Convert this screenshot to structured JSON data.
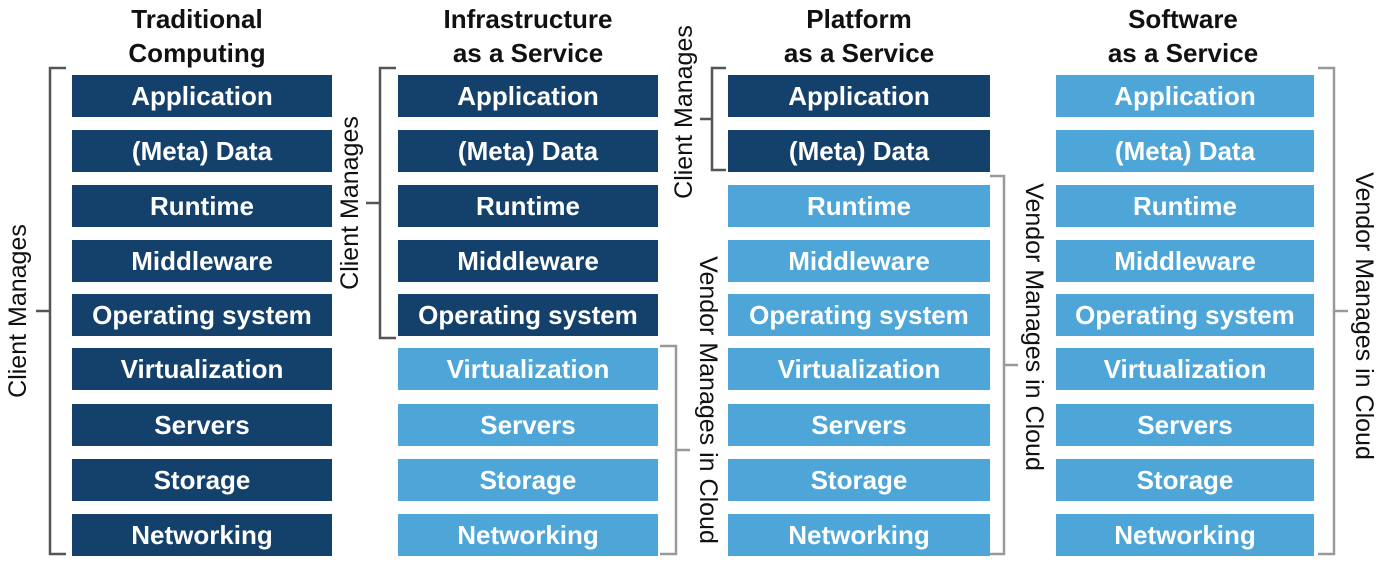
{
  "layers": [
    "Application",
    "(Meta) Data",
    "Runtime",
    "Middleware",
    "Operating system",
    "Virtualization",
    "Servers",
    "Storage",
    "Networking"
  ],
  "columns": [
    {
      "title": "Traditional\nComputing",
      "client_count": 9
    },
    {
      "title": "Infrastructure\nas a Service",
      "client_count": 5
    },
    {
      "title": "Platform\nas a Service",
      "client_count": 2
    },
    {
      "title": "Software\nas a Service",
      "client_count": 0
    }
  ],
  "labels": {
    "client": "Client Manages",
    "vendor": "Vendor Manages in Cloud"
  },
  "colors": {
    "client": "#14416b",
    "vendor": "#4ea6d8",
    "bracket_client": "#555555",
    "bracket_vendor": "#999999"
  }
}
